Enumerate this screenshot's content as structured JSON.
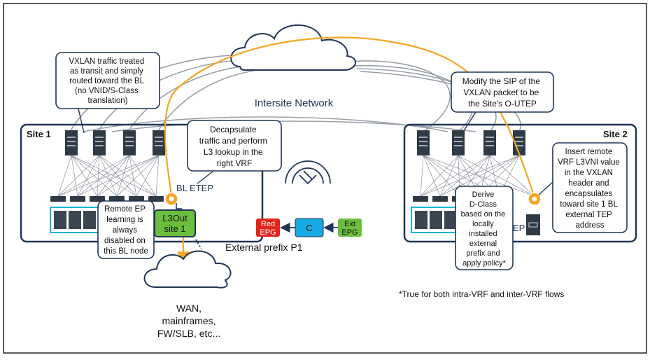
{
  "network": {
    "label": "Intersite Network"
  },
  "site1": {
    "label": "Site 1"
  },
  "site2": {
    "label": "Site 2"
  },
  "bl_etep": {
    "label": "BL ETEP"
  },
  "ep": {
    "label": "EP"
  },
  "l3out": {
    "line1": "L3Out",
    "line2": "site 1"
  },
  "external_prefix": {
    "label": "External prefix P1"
  },
  "epg": {
    "red_line1": "Red",
    "red_line2": "EPG",
    "contract": "C",
    "ext_line1": "Ext",
    "ext_line2": "EPG"
  },
  "wan": {
    "lines": [
      "WAN,",
      "mainframes,",
      "FW/SLB, etc..."
    ]
  },
  "callouts": {
    "vxlan_transit": [
      "VXLAN traffic treated",
      "as transit and simply",
      "routed toward the BL",
      "(no VNID/S-Class",
      "translation)"
    ],
    "decapsulate": [
      "Decapsulate",
      "traffic and perform",
      "L3 lookup in the",
      "right VRF"
    ],
    "modify_sip": [
      "Modify the SIP of the",
      "VXLAN packet to be",
      "the Site's O-UTEP"
    ],
    "insert_remote": [
      "Insert remote",
      "VRF L3VNI value",
      "in the VXLAN",
      "header and",
      "encapsulates",
      "toward site 1 BL",
      "external TEP",
      "address"
    ],
    "remote_ep": [
      "Remote EP",
      "learning is",
      "always",
      "disabled on",
      "this BL node"
    ],
    "derive_dclass": [
      "Derive",
      "D-Class",
      "based on the",
      "locally",
      "installed",
      "external",
      "prefix and",
      "apply policy*"
    ]
  },
  "footnote": "*True for both intra-VRF and inter-VRF flows",
  "colors": {
    "site_border": "#1f3554",
    "traffic": "#f5a623",
    "red_epg": "#e3241b",
    "contract": "#17a9e1",
    "ext_epg": "#6cbf3c",
    "l3out": "#6cbf3c"
  }
}
